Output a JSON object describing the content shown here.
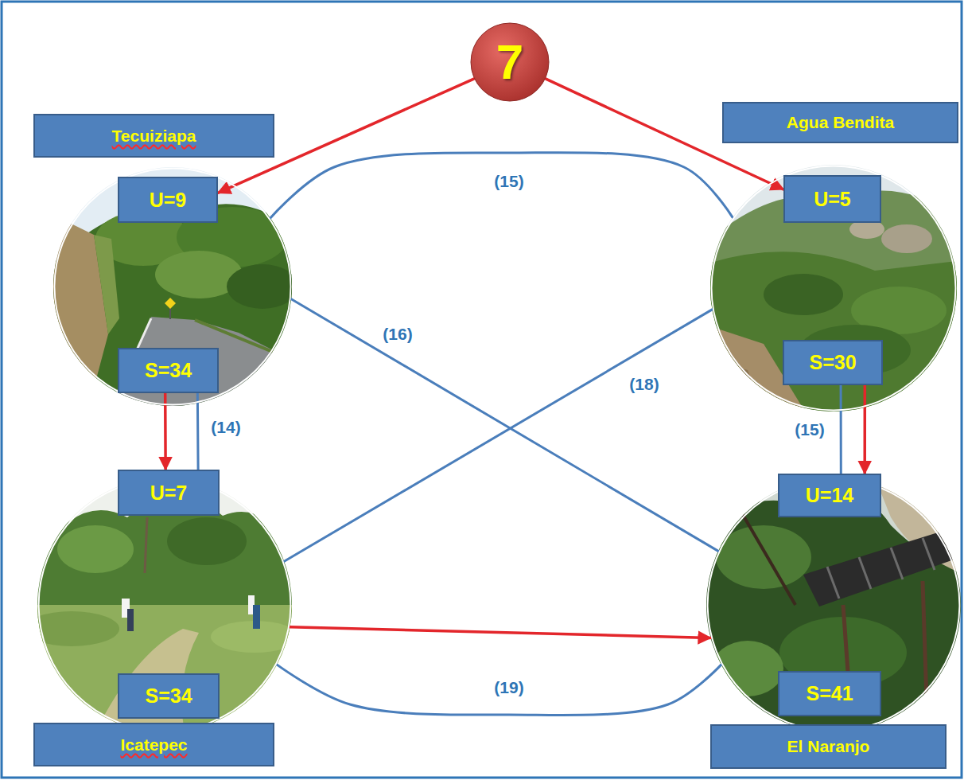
{
  "diagram": {
    "nodes": [
      {
        "text": [
          "7"
        ]
      },
      {
        "text": [
          "Tecuiziapa"
        ]
      },
      {
        "text": [
          "U=9"
        ],
        "in": 1
      },
      {
        "text": [
          "S=34"
        ],
        "in": 1
      },
      {
        "text": [
          "Agua Bendita"
        ]
      },
      {
        "text": [
          "U=5"
        ],
        "in": 4
      },
      {
        "text": [
          "S=30"
        ],
        "in": 4
      },
      {
        "text": [
          "Icatepec"
        ]
      },
      {
        "text": [
          "U=7"
        ],
        "in": 7
      },
      {
        "text": [
          "S=34"
        ],
        "in": 7
      },
      {
        "text": [
          "El Naranjo"
        ]
      },
      {
        "text": [
          "U=14"
        ],
        "in": 10
      },
      {
        "text": [
          "S=41"
        ],
        "in": 10
      }
    ],
    "edges": [
      {
        "from": 0,
        "to": 2,
        "arrow": "to"
      },
      {
        "from": 0,
        "to": 5,
        "arrow": "to"
      },
      {
        "from": 1,
        "to": 4,
        "label": "(15)",
        "arrow": "none"
      },
      {
        "from": 1,
        "to": 10,
        "label": "(16)",
        "arrow": "none"
      },
      {
        "from": 7,
        "to": 4,
        "label": "(18)",
        "arrow": "none"
      },
      {
        "from": 3,
        "to": 8,
        "arrow": "to"
      },
      {
        "from": 3,
        "to": 8,
        "label": "(14)",
        "arrow": "none"
      },
      {
        "from": 6,
        "to": 11,
        "label": "(15)",
        "arrow": "none"
      },
      {
        "from": 6,
        "to": 11,
        "arrow": "to"
      },
      {
        "from": 7,
        "to": 10,
        "arrow": "to"
      },
      {
        "from": 7,
        "to": 10,
        "label": "(19)",
        "arrow": "none"
      }
    ]
  }
}
